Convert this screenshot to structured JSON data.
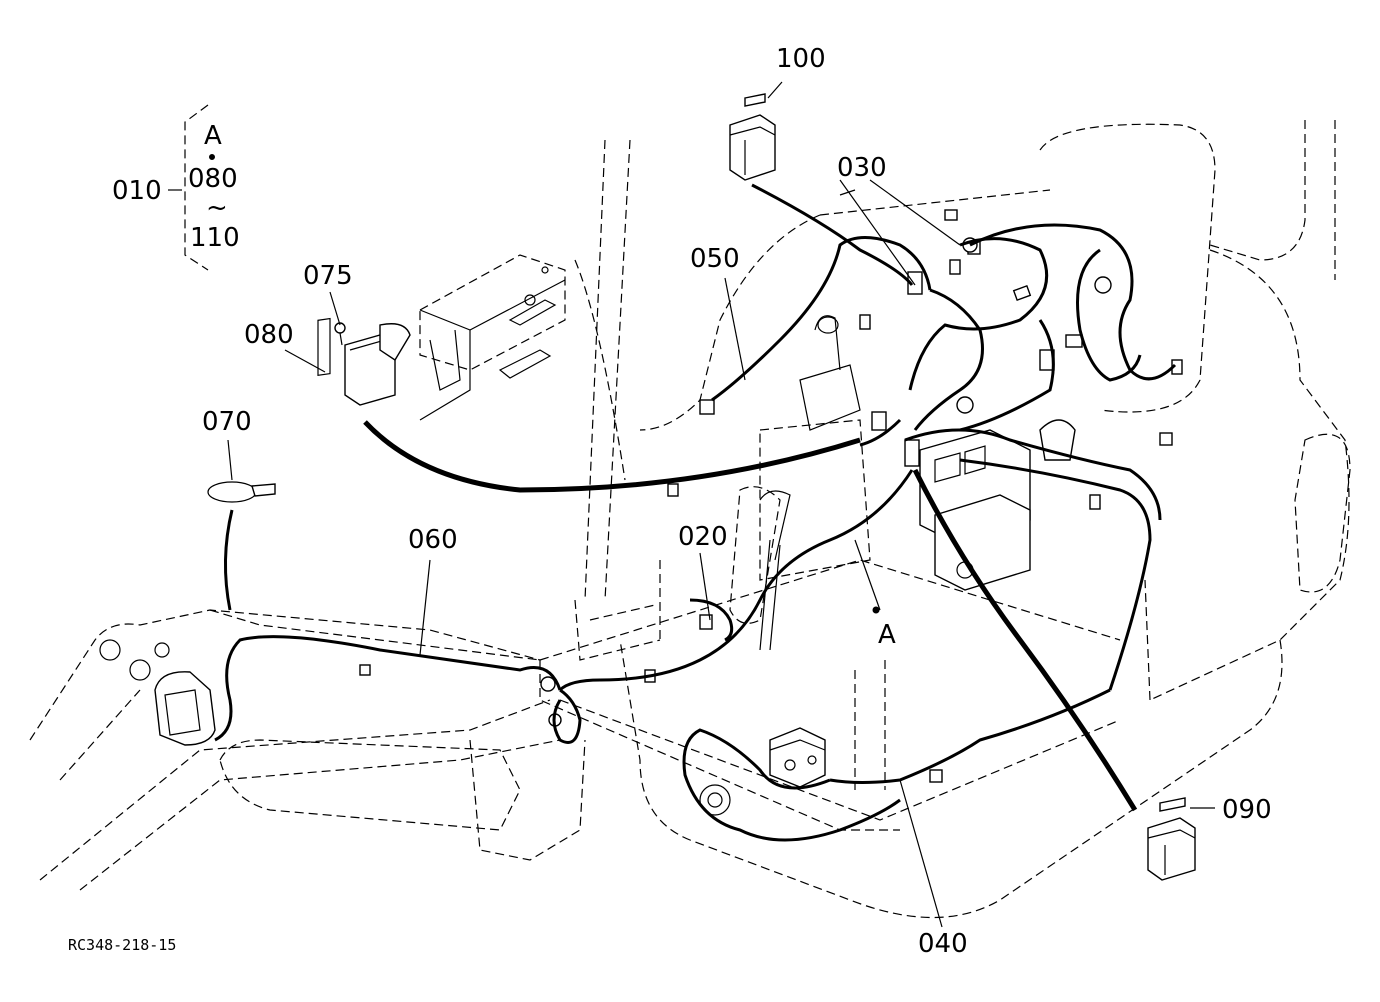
{
  "labels": {
    "p010": "010",
    "pA_top": "A",
    "p080_bracket": "080",
    "tilde": "~",
    "p110": "110",
    "p100": "100",
    "p030": "030",
    "p050": "050",
    "p075": "075",
    "p080": "080",
    "p070": "070",
    "p060": "060",
    "p020": "020",
    "pA": "A",
    "p090": "090",
    "p040": "040"
  },
  "drawing_id": "RC348-218-15"
}
